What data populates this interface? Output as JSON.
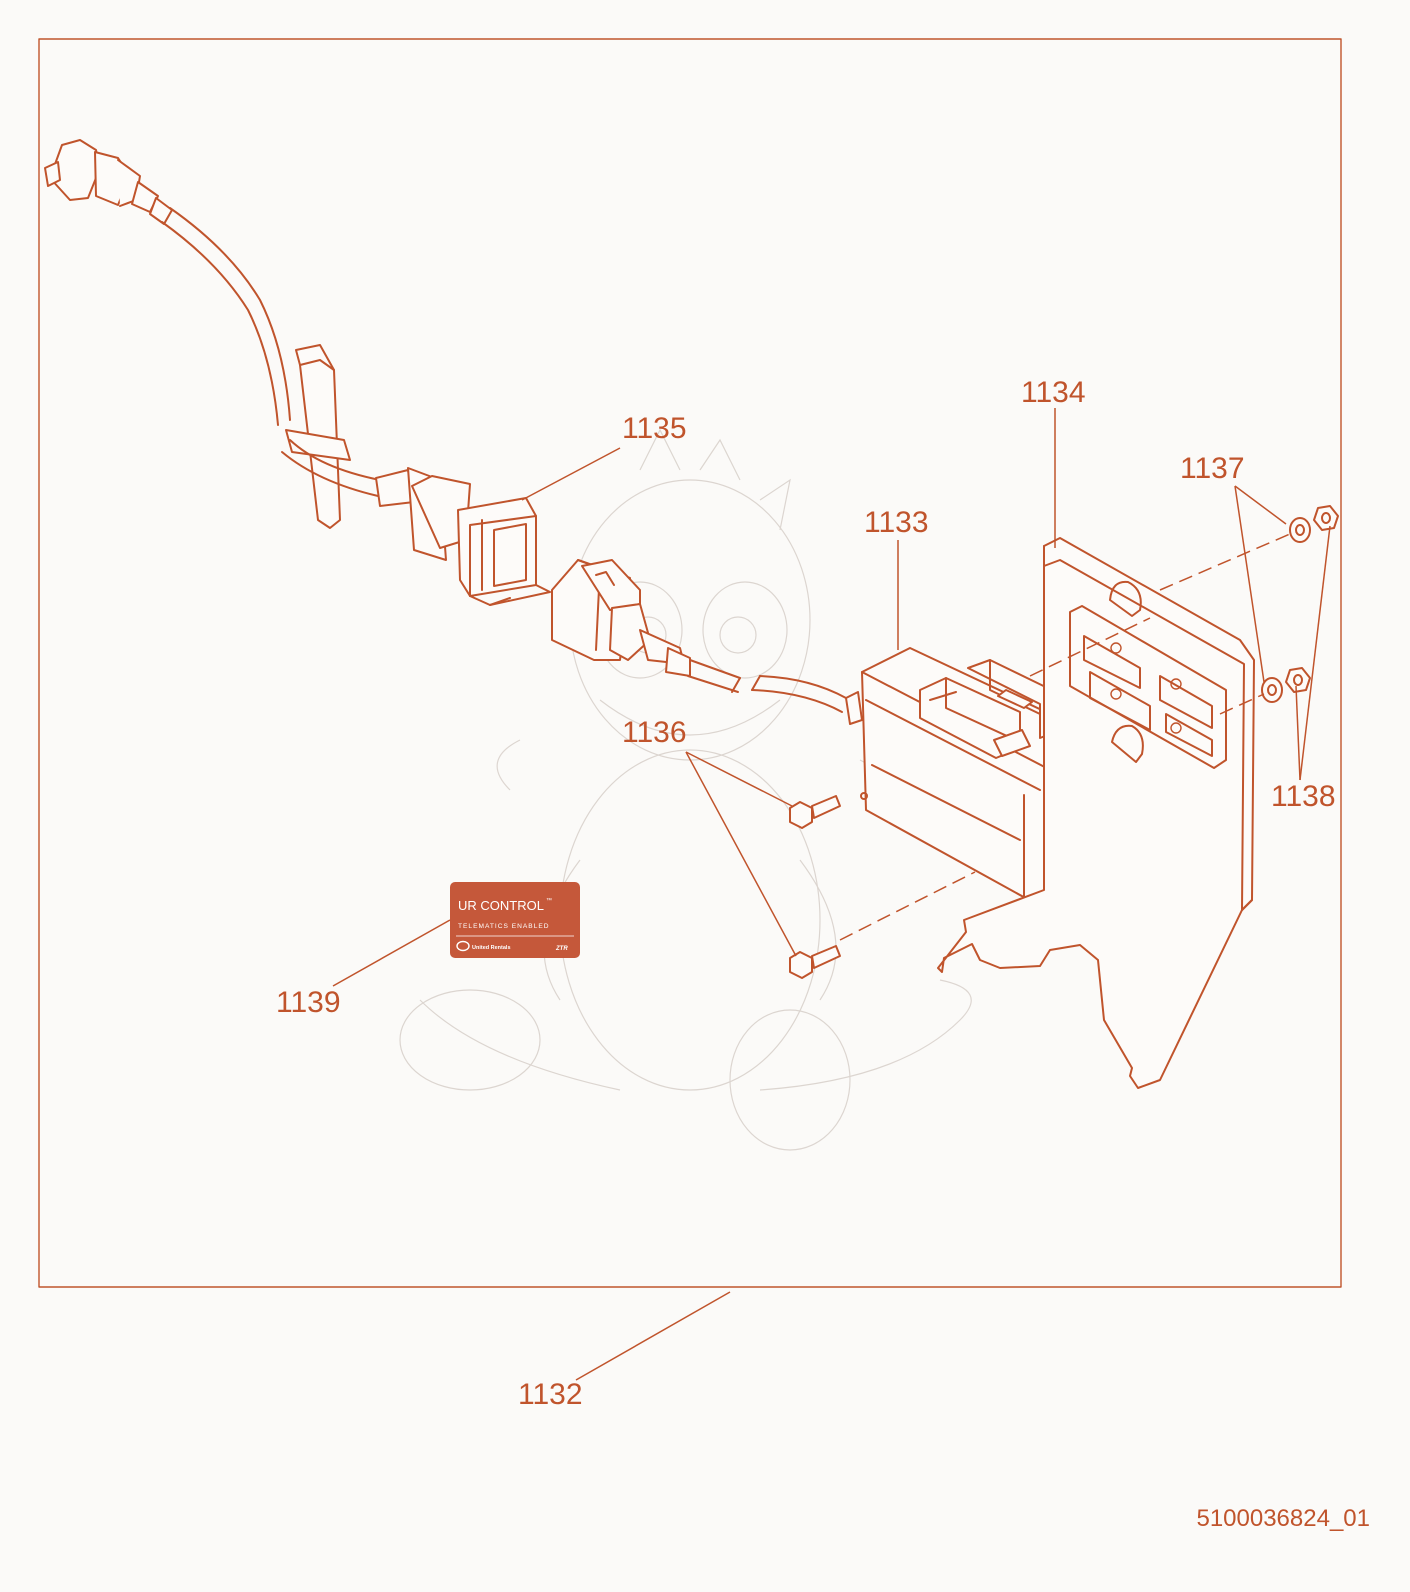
{
  "callouts": {
    "c1132": "1132",
    "c1133": "1133",
    "c1134": "1134",
    "c1135": "1135",
    "c1136": "1136",
    "c1137": "1137",
    "c1138": "1138",
    "c1139": "1139"
  },
  "decal": {
    "title": "UR CONTROL",
    "tm": "™",
    "subtitle": "TELEMATICS ENABLED",
    "brand": "United Rentals",
    "mark": "ZTR"
  },
  "document_id": "5100036824_01",
  "colors": {
    "line": "#c0542c",
    "background": "#fbfaf8",
    "decal_bg": "#c5583a"
  }
}
